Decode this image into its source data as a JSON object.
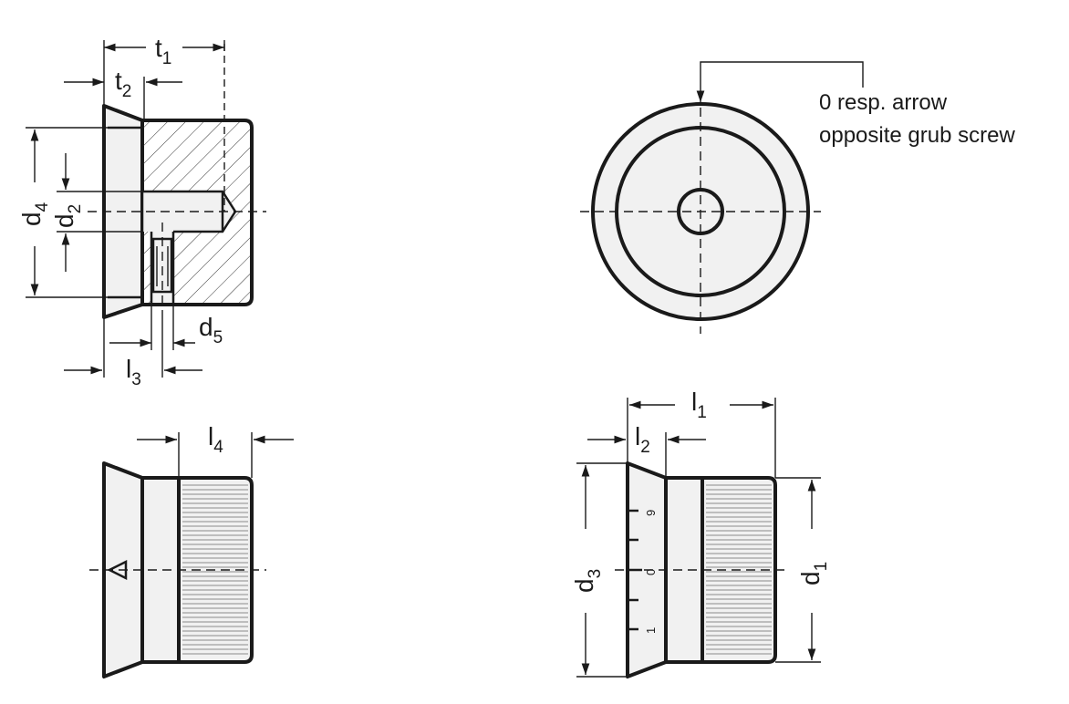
{
  "dimensions": {
    "t1": {
      "base": "t",
      "sub": "1"
    },
    "t2": {
      "base": "t",
      "sub": "2"
    },
    "d4": {
      "base": "d",
      "sub": "4"
    },
    "d2": {
      "base": "d",
      "sub": "2"
    },
    "d5": {
      "base": "d",
      "sub": "5"
    },
    "l3": {
      "base": "l",
      "sub": "3"
    },
    "l4": {
      "base": "l",
      "sub": "4"
    },
    "l1": {
      "base": "l",
      "sub": "1"
    },
    "l2": {
      "base": "l",
      "sub": "2"
    },
    "d3": {
      "base": "d",
      "sub": "3"
    },
    "d1": {
      "base": "d",
      "sub": "1"
    }
  },
  "note": {
    "line1": "0 resp. arrow",
    "line2": "opposite grub screw"
  },
  "scale_marks": {
    "nine": "9",
    "zero": "0",
    "one": "1"
  },
  "symbols": {
    "arrow_mark": "triangle-mark"
  }
}
